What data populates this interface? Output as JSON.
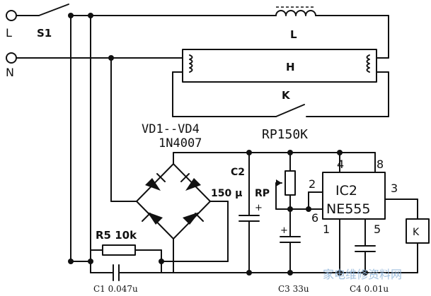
{
  "terminals": {
    "line": "L",
    "neutral": "N"
  },
  "switch": {
    "name": "S1"
  },
  "inductor": {
    "name": "L"
  },
  "lamp": {
    "name": "H"
  },
  "relay_contact": {
    "name": "K"
  },
  "bridge": {
    "name": "VD1--VD4",
    "part": "1N4007"
  },
  "pot": {
    "title": "RP150K",
    "name": "RP",
    "plus": "+"
  },
  "cap_c2": {
    "name": "C2",
    "value": "150 µ",
    "plus": "+"
  },
  "cap_c3": {
    "label": "C3 33u",
    "plus": "+"
  },
  "cap_c4": {
    "label": "C4 0.01u"
  },
  "resistor_r5": {
    "label": "R5 10k"
  },
  "cap_c1": {
    "label": "C1 0.047u"
  },
  "ic": {
    "name_line1": "IC2",
    "name_line2": "NE555",
    "pins": {
      "p1": "1",
      "p2": "2",
      "p3": "3",
      "p4": "4",
      "p5": "5",
      "p6": "6",
      "p8": "8"
    }
  },
  "relay_coil": {
    "name": "K"
  },
  "watermark": {
    "text": "家电维修资料网"
  }
}
